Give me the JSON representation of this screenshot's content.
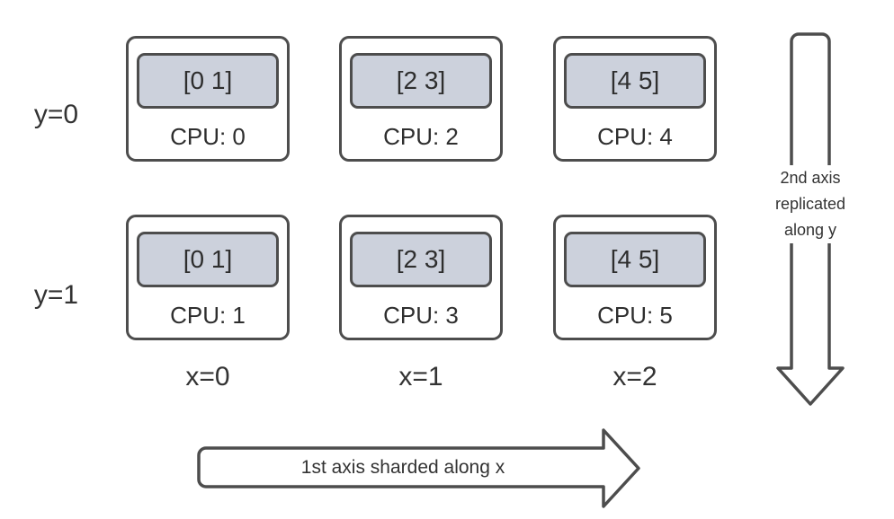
{
  "diagram": {
    "row_labels": [
      {
        "label": "y=0"
      },
      {
        "label": "y=1"
      }
    ],
    "col_labels": [
      {
        "label": "x=0"
      },
      {
        "label": "x=1"
      },
      {
        "label": "x=2"
      }
    ],
    "devices": [
      {
        "shard": "[0 1]",
        "cpu": "CPU: 0"
      },
      {
        "shard": "[2 3]",
        "cpu": "CPU: 2"
      },
      {
        "shard": "[4 5]",
        "cpu": "CPU: 4"
      },
      {
        "shard": "[0 1]",
        "cpu": "CPU: 1"
      },
      {
        "shard": "[2 3]",
        "cpu": "CPU: 3"
      },
      {
        "shard": "[4 5]",
        "cpu": "CPU: 5"
      }
    ],
    "arrows": {
      "x_axis": {
        "label": "1st axis sharded along x"
      },
      "y_axis": {
        "label": "2nd axis replicated along y"
      }
    },
    "colors": {
      "stroke": "#4d4d4d",
      "shard_fill": "#ccd1dc",
      "text": "#333333"
    }
  }
}
